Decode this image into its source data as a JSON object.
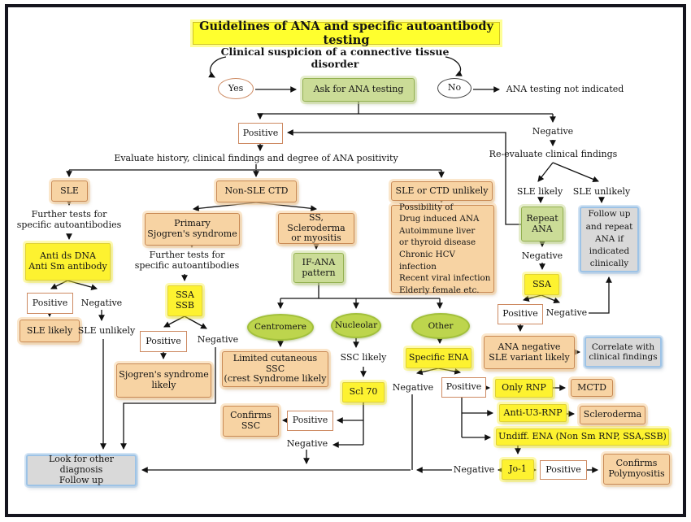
{
  "colors": {
    "title": "#ffff2e",
    "orange": "#f7d3a3",
    "orange_border": "#c98a55",
    "yellow": "#fdf230",
    "green": "#cbdc97",
    "oval": "#bdd54d",
    "gray": "#d9d9d9",
    "blue_border": "#9dc3e6",
    "white_border": "#cd8a62"
  },
  "nodes": {
    "title": "Guidelines of ANA and specific autoantibody testing",
    "clinical_suspicion": "Clinical suspicion of a connective tissue disorder",
    "yes": "Yes",
    "no": "No",
    "ask_ana": "Ask for ANA testing",
    "not_indicated": "ANA testing  not indicated",
    "positive_main": "Positive",
    "negative_main": "Negative",
    "evaluate": "Evaluate history, clinical findings and degree of ANA positivity",
    "reevaluate": "Re-evaluate clinical findings",
    "sle": "SLE",
    "non_sle_ctd": "Non-SLE  CTD",
    "sle_ctd_unlikely": "SLE or CTD unlikely",
    "sle_likely_r": "SLE likely",
    "sle_unlikely_r": "SLE  unlikely",
    "further_tests_left": "Further tests for\nspecific autoantibodies",
    "anti_ds": "Anti ds DNA\nAnti Sm antibody",
    "pos_left": "Positive",
    "neg_left": "Negative",
    "sle_likely_l": "SLE likely",
    "sle_unlikely_l": "SLE unlikely",
    "primary_sjogren": "Primary\nSjogren's syndrome",
    "further_tests_mid": "Further tests for\nspecific autoantibodies",
    "ssa_ssb": "SSA\nSSB",
    "pos_ssa": "Positive",
    "neg_ssa": "Negative",
    "sjogren_likely": "Sjogren's syndrome\nlikely",
    "ss_sclero": "SS, Scleroderma\nor myositis",
    "if_ana": "IF-ANA\npattern",
    "centromere": "Centromere",
    "nucleolar": "Nucleolar",
    "other": "Other",
    "possibility": "Possibility of\nDrug induced ANA\nAutoimmune liver\nor thyroid disease\nChronic HCV infection\nRecent viral infection\nElderly female etc.",
    "repeat_ana": "Repeat\nANA",
    "neg_repeat": "Negative",
    "ssa_r": "SSA",
    "pos_ssa_r": "Positive",
    "neg_ssa_r": "Negative",
    "followup_repeat": "Follow up\nand repeat\nANA if\nindicated\nclinically",
    "ana_negative_variant": "ANA negative\nSLE variant likely",
    "correlate": "Correlate with\nclinical findings",
    "limited_ssc": "Limited cutaneous SSC\n(crest Syndrome likely",
    "ssc_likely": "SSC  likely",
    "scl70": "Scl 70",
    "specific_ena": "Specific ENA",
    "neg_ena": "Negative",
    "pos_ena": "Positive",
    "confirms_ssc": "Confirms\nSSC",
    "pos_scl": "Positive",
    "neg_scl": "Negative",
    "only_rnp": "Only RNP",
    "mctd": "MCTD",
    "anti_u3": "Anti-U3-RNP",
    "scleroderma": "Scleroderma",
    "undiff_ena": "Undiff. ENA (Non Sm RNP, SSA,SSB)",
    "jo1": "Jo-1",
    "neg_jo1": "Negative",
    "pos_jo1": "Positive",
    "confirms_poly": "Confirms\nPolymyositis",
    "look_other": "Look for other diagnosis\nFollow up"
  }
}
